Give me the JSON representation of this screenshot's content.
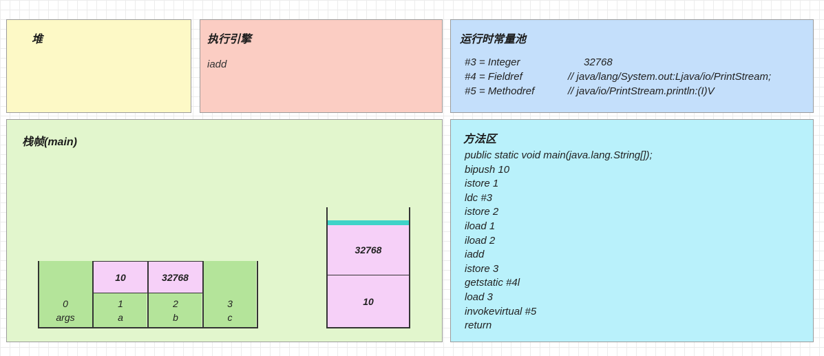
{
  "heap": {
    "title": "堆"
  },
  "engine": {
    "title": "执行引擎",
    "current_instruction": "iadd"
  },
  "constant_pool": {
    "title": "运行时常量池",
    "entries": [
      {
        "key": "#3 = Integer",
        "value": "32768"
      },
      {
        "key": "#4 = Fieldref",
        "value": "// java/lang/System.out:Ljava/io/PrintStream;"
      },
      {
        "key": "#5 = Methodref",
        "value": "// java/io/PrintStream.println:(I)V"
      }
    ]
  },
  "stack_frame": {
    "title": "栈帧(main)",
    "local_variables": [
      {
        "index": "0",
        "name": "args",
        "value": ""
      },
      {
        "index": "1",
        "name": "a",
        "value": "10"
      },
      {
        "index": "2",
        "name": "b",
        "value": "32768"
      },
      {
        "index": "3",
        "name": "c",
        "value": ""
      }
    ],
    "operand_stack": [
      "32768",
      "10"
    ]
  },
  "method_area": {
    "title": "方法区",
    "lines": [
      "public static void main(java.lang.String[]);",
      "bipush 10",
      "istore 1",
      "ldc #3",
      "istore 2",
      "iload 1",
      "iload 2",
      "iadd",
      "istore 3",
      "getstatic #4l",
      "load 3",
      "invokevirtual #5",
      "return"
    ]
  }
}
